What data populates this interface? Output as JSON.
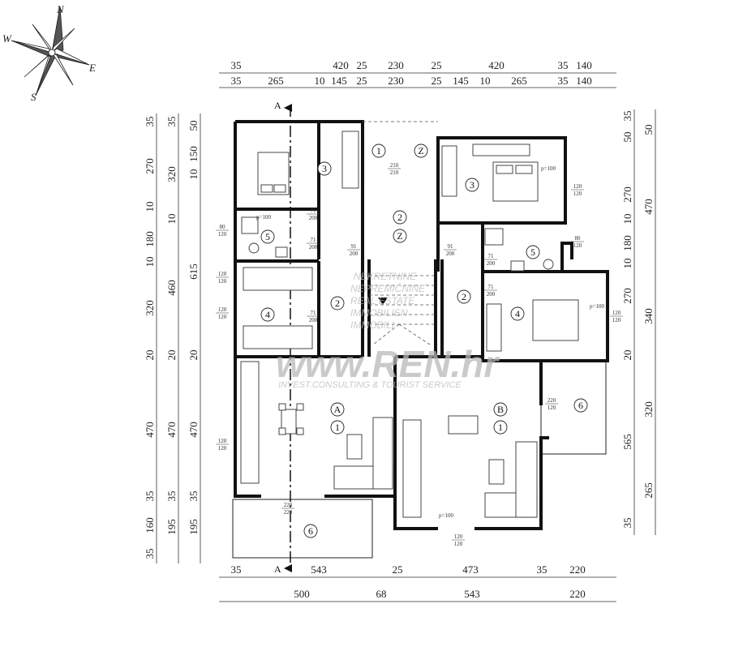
{
  "compass": {
    "n": "N",
    "e": "E",
    "s": "S",
    "w": "W"
  },
  "section_marker": "A",
  "dimensions": {
    "top_row1": [
      "35",
      "420",
      "25",
      "230",
      "25",
      "420",
      "35",
      "140"
    ],
    "top_row2": [
      "35",
      "265",
      "10",
      "145",
      "25",
      "230",
      "25",
      "145",
      "10",
      "265",
      "35",
      "140"
    ],
    "left_col1": [
      "35",
      "270",
      "10",
      "180",
      "10",
      "320",
      "20",
      "470",
      "35",
      "160",
      "35"
    ],
    "left_col2": [
      "35",
      "320",
      "10",
      "460",
      "20",
      "470",
      "35",
      "195"
    ],
    "left_col3": [
      "50",
      "150",
      "10",
      "615",
      "20",
      "470",
      "35",
      "195"
    ],
    "right_col1": [
      "35",
      "50",
      "270",
      "10",
      "180",
      "10",
      "270",
      "20",
      "565",
      "35"
    ],
    "right_col2": [
      "50",
      "470",
      "340",
      "320",
      "265"
    ],
    "bottom_row1": [
      "35",
      "543",
      "25",
      "473",
      "35",
      "220"
    ],
    "bottom_row2": [
      "500",
      "68",
      "543",
      "220"
    ]
  },
  "rooms": {
    "a_bedroom_large": "3",
    "a_bath": "5",
    "a_bedroom_small": "4",
    "a_hall": "2",
    "a_unit": "A",
    "a_living": "1",
    "a_terrace": "6",
    "common_entry": "1",
    "common_entry_z": "Z",
    "common_stair": "2",
    "common_stair_z": "Z",
    "b_bedroom_large": "3",
    "b_bath": "5",
    "b_bedroom_small": "4",
    "b_hall": "2",
    "b_unit": "B",
    "b_living": "1",
    "b_terrace": "6"
  },
  "openings": {
    "d91a": [
      "91",
      "200"
    ],
    "d91b": [
      "91",
      "200"
    ],
    "d71a": [
      "71",
      "200"
    ],
    "d71b": [
      "71",
      "200"
    ],
    "d71c": [
      "71",
      "200"
    ],
    "d71d": [
      "71",
      "200"
    ],
    "d71e": [
      "71",
      "200"
    ],
    "w120a": [
      "120",
      "120"
    ],
    "w120b": [
      "120",
      "120"
    ],
    "w120c": [
      "120",
      "120"
    ],
    "w120d": [
      "120",
      "120"
    ],
    "w120e": [
      "120",
      "120"
    ],
    "w120f": [
      "120",
      "120"
    ],
    "w80a": [
      "80",
      "120"
    ],
    "w80b": [
      "80",
      "120"
    ],
    "w220": [
      "220",
      "120"
    ],
    "w220b": [
      "220",
      "220"
    ],
    "d210": [
      "210",
      "210"
    ],
    "p1": "p=100",
    "p2": "p=100",
    "p3": "p=100",
    "p4": "p=100"
  },
  "watermark": {
    "line1": "NEKRETNINE",
    "line2": "NEPREMIČNINE",
    "line3": "REAL ESTATE",
    "line4": "IMMOBILIEN",
    "line5": "IMMOBILI",
    "logo": "www.REN.hr",
    "tagline": "INVEST.CONSULTING & TOURIST SERVICE"
  }
}
